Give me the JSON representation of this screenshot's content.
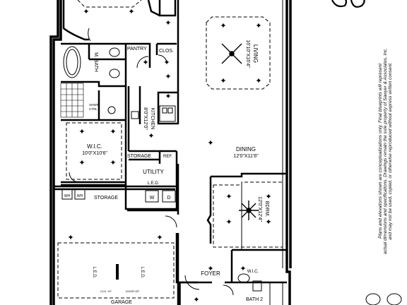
{
  "rooms": {
    "living": {
      "name": "LIVING",
      "dims": "16'10\"X16'4\""
    },
    "m_bath": {
      "name": "M. BATH"
    },
    "pantry": {
      "name": "PANTRY"
    },
    "clos": {
      "name": "CLOS."
    },
    "shwr": {
      "name": "SHWR.",
      "sub": "CTRL"
    },
    "kitchen": {
      "name": "KITCHEN",
      "dims": "8'0\"X12'0\""
    },
    "wic_master": {
      "name": "W.I.C.",
      "dims": "10'0\"X10'6\""
    },
    "dining": {
      "name": "DINING",
      "dims": "12'0\"X11'6\""
    },
    "storage_small": {
      "name": "STORAGE"
    },
    "ref": {
      "name": "REF."
    },
    "utility": {
      "name": "UTILITY"
    },
    "led_utility": {
      "name": "L.E.D."
    },
    "washer": {
      "name": "W"
    },
    "dryer": {
      "name": "D"
    },
    "storage_garage": {
      "name": "STORAGE"
    },
    "wh1": {
      "name": "WH"
    },
    "wh2": {
      "name": "WH"
    },
    "bdrm": {
      "name": "BDRM.",
      "dims": "12'0\"X12'4\""
    },
    "foyer": {
      "name": "FOYER"
    },
    "wic_bdrm": {
      "name": "W.I.C."
    },
    "bath2": {
      "name": "BATH 2"
    },
    "garage": {
      "name": "GARAGE"
    },
    "led_garage_left": {
      "name": "L.E.D."
    },
    "led_garage_right": {
      "name": "L.E.D."
    },
    "clg_ht": {
      "name": "CLG. HT."
    },
    "door_op": {
      "name": "DOOR OP."
    }
  },
  "disclaimer": [
    "Plans and elevations shown are conceptualizations only. Final blueprints will represent",
    "actual dimensions and specifications. Drawings remain the sole property of Sawyer & Associates, Inc.",
    "and may not be used, copied, or otherwise reproduced without express written consent."
  ]
}
